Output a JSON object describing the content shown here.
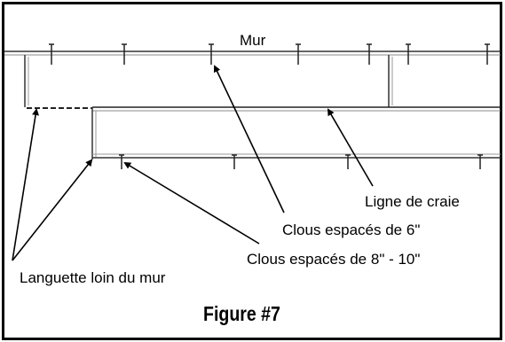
{
  "labels": {
    "wall": "Mur",
    "chalk_line": "Ligne de craie",
    "nails_6": "Clous espacés de 6\"",
    "nails_8_10": "Clous espacés de 8\" - 10\"",
    "tongue": "Languette loin du mur"
  },
  "caption": "Figure #7"
}
